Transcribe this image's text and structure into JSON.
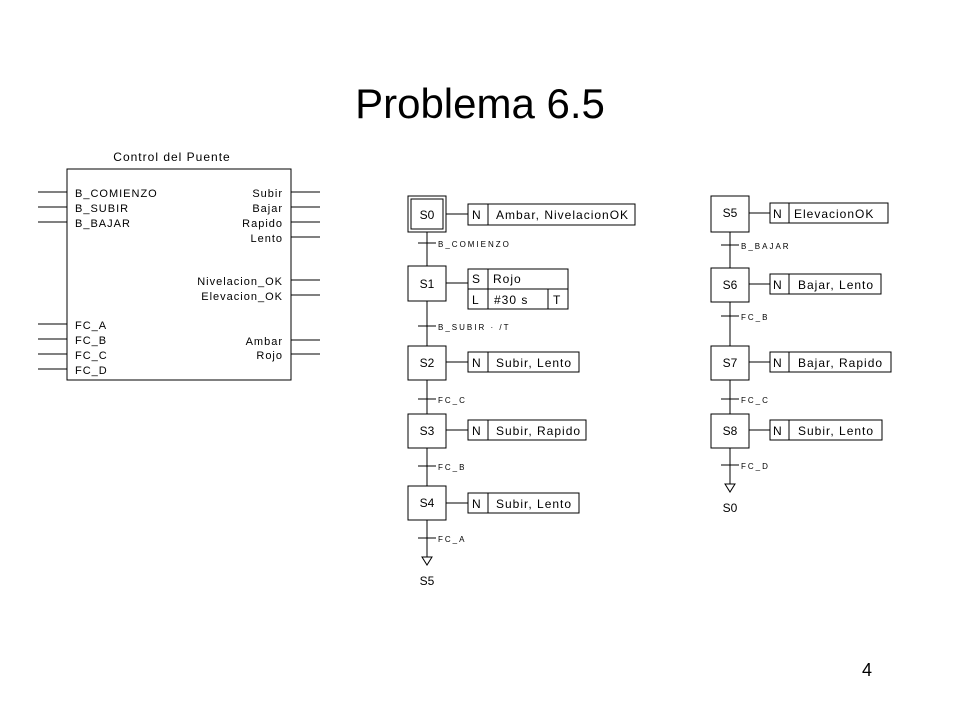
{
  "slide": {
    "title": "Problema 6.5",
    "page_number": "4"
  },
  "block": {
    "title": "Control del Puente",
    "inputs": [
      "B_COMIENZO",
      "B_SUBIR",
      "B_BAJAR",
      "FC_A",
      "FC_B",
      "FC_C",
      "FC_D"
    ],
    "outputs": [
      "Subir",
      "Bajar",
      "Rapido",
      "Lento",
      "Nivelacion_OK",
      "Elevacion_OK",
      "Ambar",
      "Rojo"
    ]
  },
  "grafcet_left": {
    "steps": [
      "S0",
      "S1",
      "S2",
      "S3",
      "S4"
    ],
    "initial_step": "S0",
    "actions": [
      {
        "qualifier": "N",
        "text": "Ambar, NivelacionOK"
      },
      {
        "qualifier": "S",
        "text": "Rojo"
      },
      {
        "qualifier": "L",
        "text": "#30 s",
        "tag": "T"
      },
      {
        "qualifier": "N",
        "text": "Subir, Lento"
      },
      {
        "qualifier": "N",
        "text": "Subir, Rapido"
      },
      {
        "qualifier": "N",
        "text": "Subir, Lento"
      }
    ],
    "transitions": [
      "B_COMIENZO",
      "B_SUBIR · /T",
      "FC_C",
      "FC_B",
      "FC_A"
    ],
    "jump_to": "S5"
  },
  "grafcet_right": {
    "steps": [
      "S5",
      "S6",
      "S7",
      "S8"
    ],
    "actions": [
      {
        "qualifier": "N",
        "text": "ElevacionOK"
      },
      {
        "qualifier": "N",
        "text": "Bajar, Lento"
      },
      {
        "qualifier": "N",
        "text": "Bajar, Rapido"
      },
      {
        "qualifier": "N",
        "text": "Subir, Lento"
      }
    ],
    "transitions": [
      "B_BAJAR",
      "FC_B",
      "FC_C",
      "FC_D"
    ],
    "jump_to": "S0"
  }
}
